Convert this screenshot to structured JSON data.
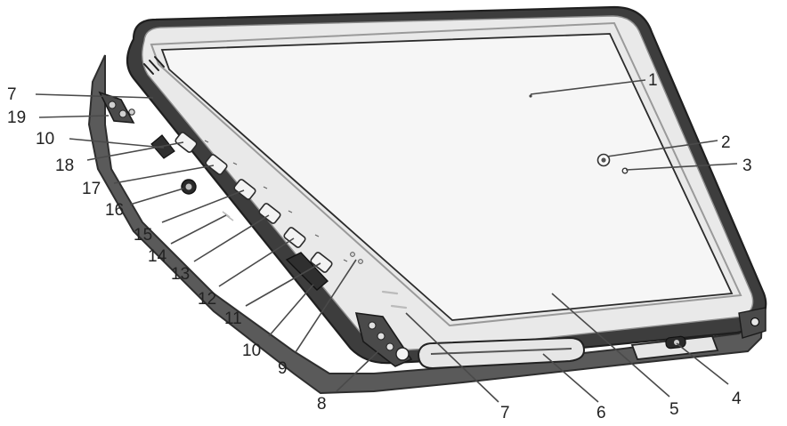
{
  "colors": {
    "bezel_outer": "#3d3d3d",
    "bezel_inner": "#9a9a9a",
    "bezel_highlight": "#e9e9e9",
    "screen": "#f6f6f6",
    "ink": "#222222"
  },
  "callouts": [
    {
      "id": "c1",
      "label": "1"
    },
    {
      "id": "c2",
      "label": "2"
    },
    {
      "id": "c3",
      "label": "3"
    },
    {
      "id": "c4",
      "label": "4"
    },
    {
      "id": "c5",
      "label": "5"
    },
    {
      "id": "c6",
      "label": "6"
    },
    {
      "id": "c7a",
      "label": "7"
    },
    {
      "id": "c7b",
      "label": "7"
    },
    {
      "id": "c8",
      "label": "8"
    },
    {
      "id": "c9",
      "label": "9"
    },
    {
      "id": "c10a",
      "label": "10"
    },
    {
      "id": "c10b",
      "label": "10"
    },
    {
      "id": "c11",
      "label": "11"
    },
    {
      "id": "c12",
      "label": "12"
    },
    {
      "id": "c13",
      "label": "13"
    },
    {
      "id": "c14",
      "label": "14"
    },
    {
      "id": "c15",
      "label": "15"
    },
    {
      "id": "c16",
      "label": "16"
    },
    {
      "id": "c17",
      "label": "17"
    },
    {
      "id": "c18",
      "label": "18"
    },
    {
      "id": "c19",
      "label": "19"
    }
  ]
}
